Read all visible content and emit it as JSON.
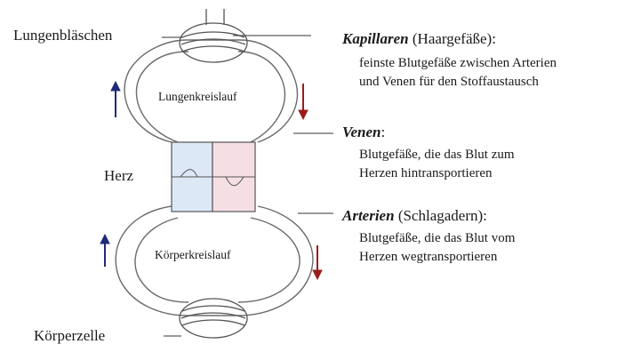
{
  "labels": {
    "alveoli": "Lungenbläschen",
    "heart": "Herz",
    "body_cell": "Körperzelle",
    "pulmonary_circuit": "Lungenkreislauf",
    "systemic_circuit": "Körperkreislauf"
  },
  "definitions": [
    {
      "term": "Kapillaren",
      "gloss": "(Haargefäße):",
      "line1": "feinste Blutgefäße zwischen Arterien",
      "line2": "und Venen für den Stoffaustausch"
    },
    {
      "term": "Venen",
      "gloss": ":",
      "line1": "Blutgefäße, die das Blut zum",
      "line2": "Herzen hintransportieren"
    },
    {
      "term": "Arterien",
      "gloss": "(Schlagadern):",
      "line1": "Blutgefäße, die das Blut vom",
      "line2": "Herzen wegtransportieren"
    }
  ],
  "colors": {
    "deoxygenated": "#1f2a7a",
    "oxygenated": "#9a1c1c",
    "heart_left_fill": "#dce8f6",
    "heart_right_fill": "#f6dfe4",
    "vessel_stroke": "#6b6b6b"
  }
}
